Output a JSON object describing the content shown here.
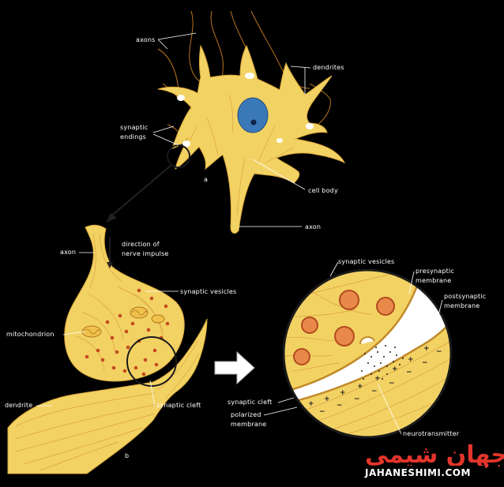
{
  "labels": {
    "axons": "axons",
    "dendrites": "dendrites",
    "synaptic_endings_1": "synaptic",
    "synaptic_endings_2": "endings",
    "panel_a": "a",
    "cell_body": "cell body",
    "axon_top": "axon",
    "axon_mid": "axon",
    "direction_1": "direction of",
    "direction_2": "nerve impulse",
    "synaptic_vesicles_mid": "synaptic vesicles",
    "mitochondrion": "mitochondrion",
    "dendrite": "dendrite",
    "synaptic_cleft_mid": "synaptic cleft",
    "panel_b": "b",
    "synaptic_vesicles_right": "synaptic vesicles",
    "presynaptic_1": "presynaptic",
    "presynaptic_2": "membrane",
    "postsynaptic_1": "postsynaptic",
    "postsynaptic_2": "membrane",
    "synaptic_cleft_right": "synaptic cleft",
    "polarized_1": "polarized",
    "polarized_2": "membrane",
    "neurotransmitter": "neurotransmitter"
  },
  "watermark": {
    "arabic": "جهان شیمی",
    "latin": "JAHANESHIMI.COM"
  },
  "colors": {
    "background": "#000000",
    "cell": "#f3d264",
    "cell_edge": "#d9a93a",
    "nucleus": "#3a78b8",
    "nucleolus": "#10244a",
    "fiber": "#d59a3a",
    "vesicle": "#c64a1e",
    "label": "#ffffff",
    "watermark_red": "#e2352b",
    "watermark_blue": "#2a63b8"
  }
}
